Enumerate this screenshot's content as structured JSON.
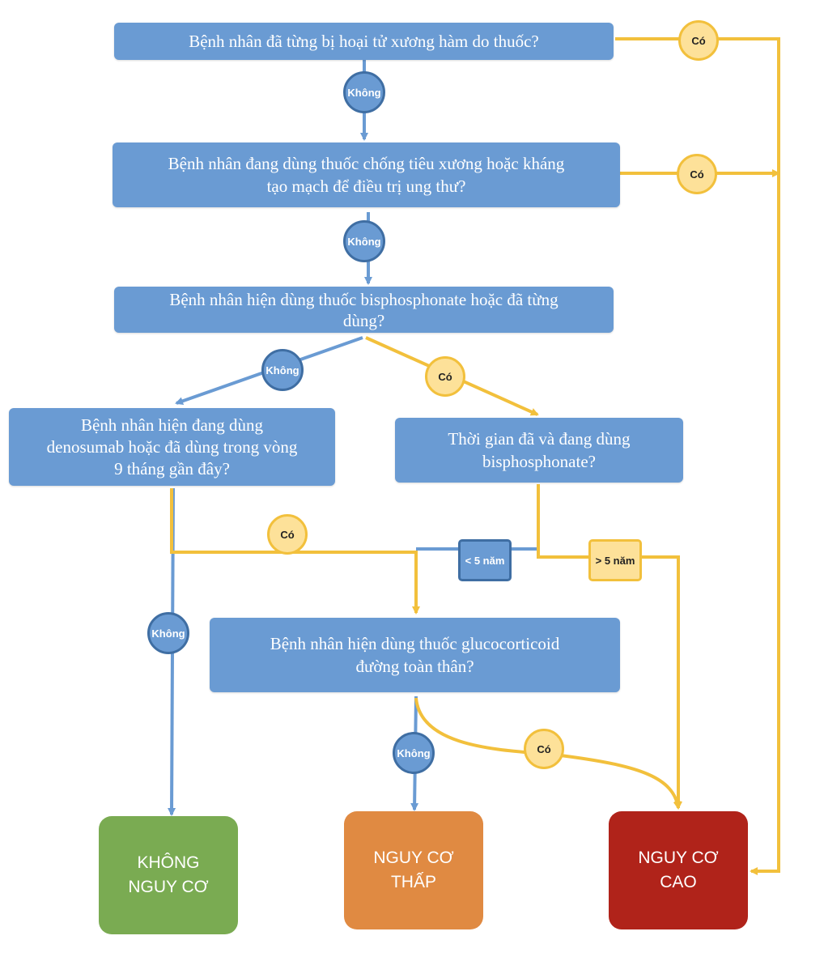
{
  "questions": {
    "q1": "Bệnh nhân đã từng bị hoại tử xương hàm do thuốc?",
    "q2_line1": "Bệnh nhân đang dùng thuốc chống tiêu xương hoặc kháng",
    "q2_line2": "tạo mạch để điều trị ung thư?",
    "q3_line1": "Bệnh nhân hiện dùng thuốc bisphosphonate hoặc đã từng",
    "q3_line2": "dùng?",
    "q4_line1": "Bệnh nhân hiện đang dùng",
    "q4_line2": "denosumab hoặc đã dùng trong vòng",
    "q4_line3": "9 tháng gần đây?",
    "q5_line1": "Thời gian đã và đang dùng",
    "q5_line2": "bisphosphonate?",
    "q6_line1": "Bệnh nhân hiện dùng thuốc glucocorticoid",
    "q6_line2": "đường toàn thân?"
  },
  "answers": {
    "yes": "Có",
    "no": "Không",
    "lt5": "< 5 năm",
    "gt5": "> 5 năm"
  },
  "outcomes": {
    "none_line1": "KHÔNG",
    "none_line2": "NGUY CƠ",
    "low_line1": "NGUY CƠ",
    "low_line2": "THẤP",
    "high_line1": "NGUY CƠ",
    "high_line2": "CAO"
  },
  "colors": {
    "question_box": "#6a9bd3",
    "yes_path": "#f2c03c",
    "no_path": "#6a9bd3",
    "outcome_none": "#7aab52",
    "outcome_low": "#e08a42",
    "outcome_high": "#b0231a"
  }
}
